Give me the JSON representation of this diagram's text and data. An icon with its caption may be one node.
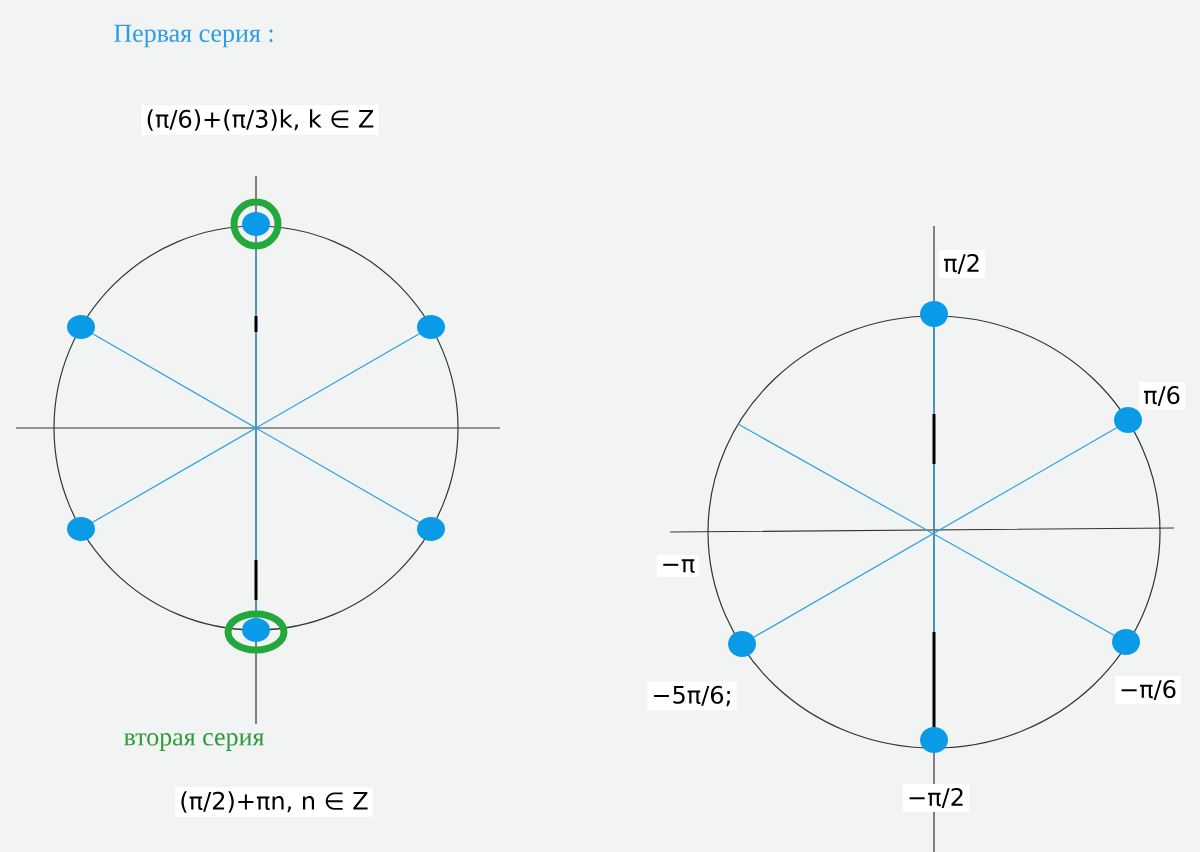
{
  "diagram": {
    "labels": [
      "Первая серия :",
      "(π/6)+(π/3)k, k ∈ Z",
      "вторая серия",
      "(π/2)+πn, n ∈ Z",
      "π/2",
      "π/6",
      "−π",
      "−5π/6;",
      "−π/6",
      "−π/2"
    ]
  }
}
